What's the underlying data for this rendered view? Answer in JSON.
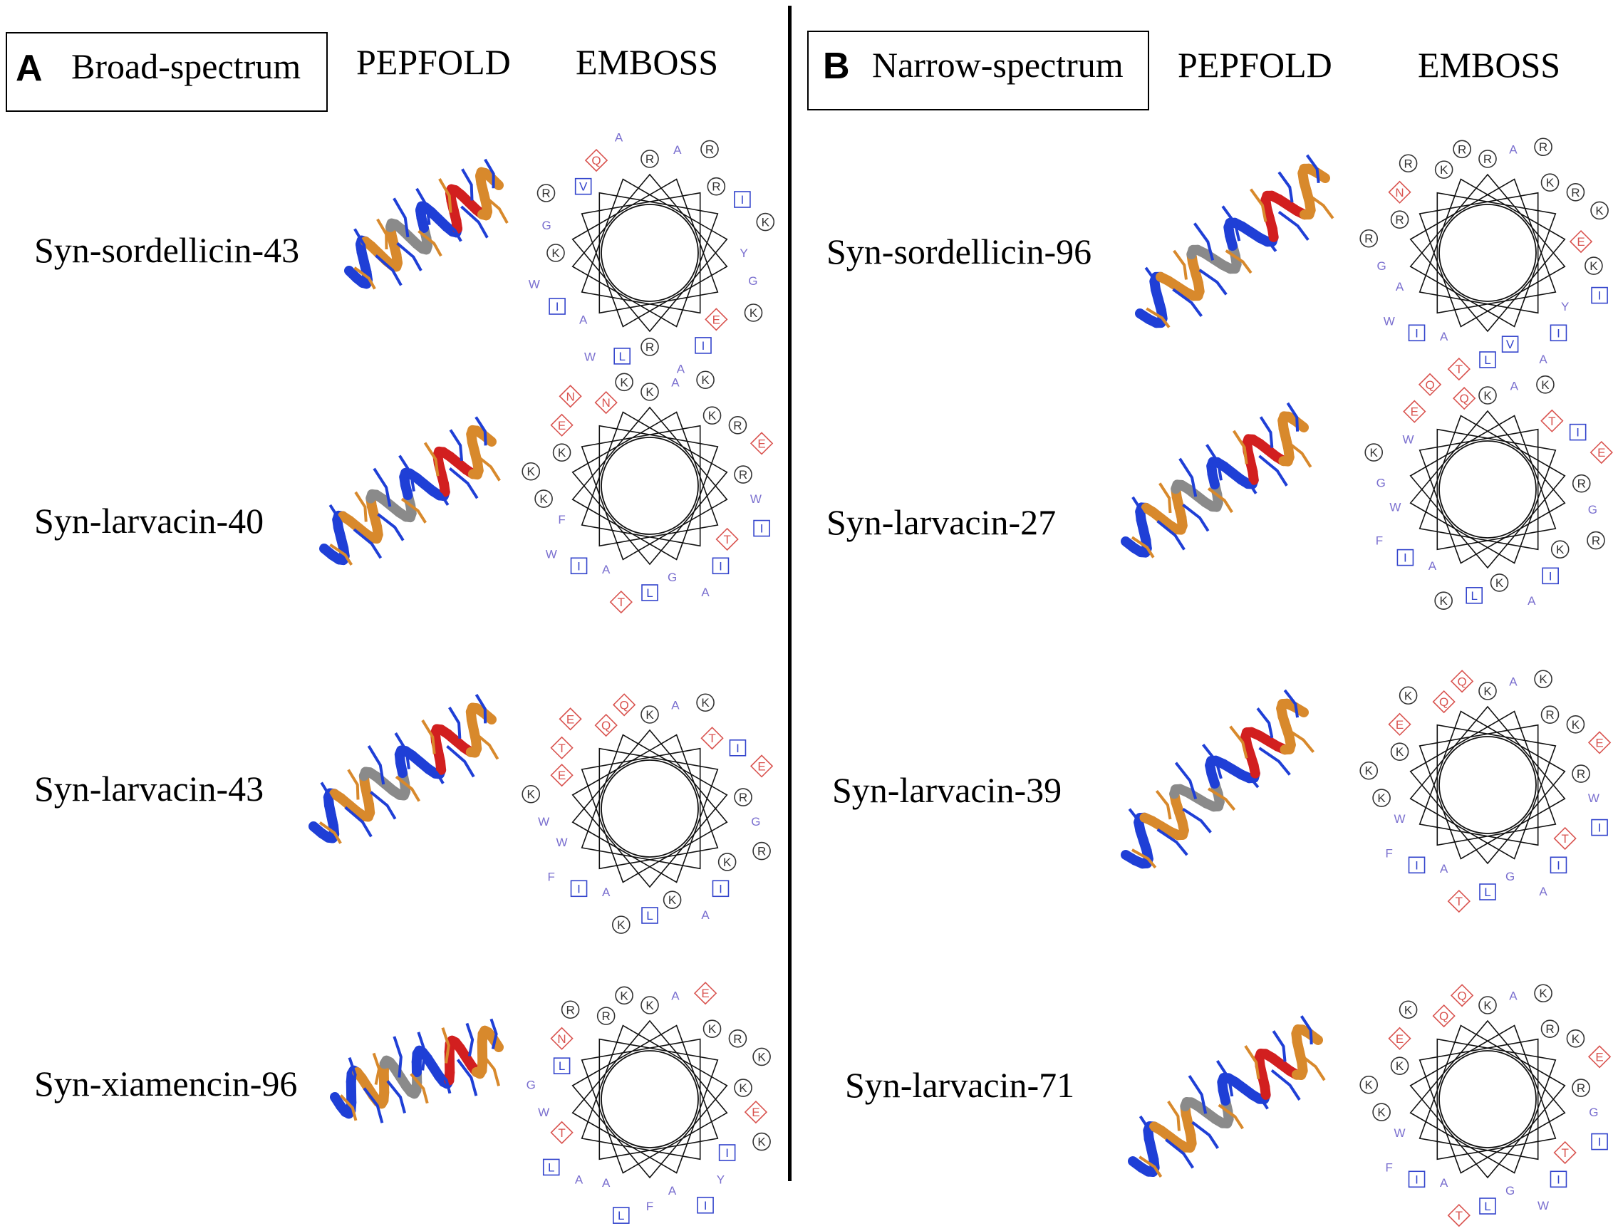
{
  "panels": [
    {
      "letter": "A",
      "title": "Broad-spectrum",
      "col_pepfold": "PEPFOLD",
      "col_emboss": "EMBOSS",
      "rows": [
        {
          "name": "Syn-sordellicin-43",
          "ring": [
            "R",
            "A",
            "R",
            "R",
            "I",
            "K",
            "Y",
            "G",
            "K",
            "E",
            "I",
            "A",
            "R",
            "L",
            "W",
            "A",
            "I",
            "W",
            "K",
            "G",
            "R",
            "V",
            "Q",
            "A"
          ]
        },
        {
          "name": "Syn-larvacin-40",
          "ring": [
            "K",
            "A",
            "K",
            "K",
            "R",
            "E",
            "R",
            "W",
            "I",
            "T",
            "I",
            "A",
            "G",
            "L",
            "T",
            "A",
            "I",
            "W",
            "F",
            "K",
            "K",
            "K",
            "E",
            "N",
            "N",
            "K"
          ]
        },
        {
          "name": "Syn-larvacin-43",
          "ring": [
            "K",
            "A",
            "K",
            "T",
            "I",
            "E",
            "R",
            "G",
            "R",
            "K",
            "I",
            "A",
            "K",
            "L",
            "K",
            "A",
            "I",
            "F",
            "W",
            "W",
            "K",
            "E",
            "T",
            "E",
            "Q",
            "Q"
          ]
        },
        {
          "name": "Syn-xiamencin-96",
          "ring": [
            "K",
            "A",
            "E",
            "K",
            "R",
            "K",
            "K",
            "E",
            "K",
            "I",
            "Y",
            "I",
            "A",
            "F",
            "L",
            "A",
            "A",
            "L",
            "T",
            "W",
            "G",
            "L",
            "N",
            "R",
            "R",
            "K"
          ]
        }
      ]
    },
    {
      "letter": "B",
      "title": "Narrow-spectrum",
      "col_pepfold": "PEPFOLD",
      "col_emboss": "EMBOSS",
      "rows": [
        {
          "name": "Syn-sordellicin-96",
          "ring": [
            "R",
            "A",
            "R",
            "K",
            "R",
            "K",
            "E",
            "K",
            "I",
            "Y",
            "I",
            "A",
            "V",
            "L",
            "T",
            "A",
            "I",
            "W",
            "A",
            "G",
            "R",
            "R",
            "N",
            "R",
            "K",
            "R"
          ]
        },
        {
          "name": "Syn-larvacin-27",
          "ring": [
            "K",
            "A",
            "K",
            "T",
            "I",
            "E",
            "R",
            "G",
            "R",
            "K",
            "I",
            "A",
            "K",
            "L",
            "K",
            "A",
            "I",
            "F",
            "W",
            "G",
            "K",
            "W",
            "E",
            "Q",
            "Q"
          ]
        },
        {
          "name": "Syn-larvacin-39",
          "ring": [
            "K",
            "A",
            "K",
            "R",
            "K",
            "E",
            "R",
            "W",
            "I",
            "T",
            "I",
            "A",
            "G",
            "L",
            "T",
            "A",
            "I",
            "F",
            "W",
            "K",
            "K",
            "K",
            "E",
            "K",
            "Q",
            "Q"
          ]
        },
        {
          "name": "Syn-larvacin-71",
          "ring": [
            "K",
            "A",
            "K",
            "R",
            "K",
            "E",
            "R",
            "G",
            "I",
            "T",
            "I",
            "W",
            "G",
            "L",
            "T",
            "A",
            "I",
            "F",
            "W",
            "K",
            "K",
            "K",
            "E",
            "K",
            "Q",
            "Q"
          ]
        }
      ]
    }
  ],
  "colors": {
    "charged_positive": "#333333",
    "charged_negative_or_polar": "#d9534f",
    "hydrophobic": "#3344cc",
    "small": "#7a6fcf",
    "helix_blue": "#1f3fd6",
    "helix_orange": "#d8892c",
    "helix_gray": "#8a8a8a",
    "helix_red": "#d21f1f"
  }
}
